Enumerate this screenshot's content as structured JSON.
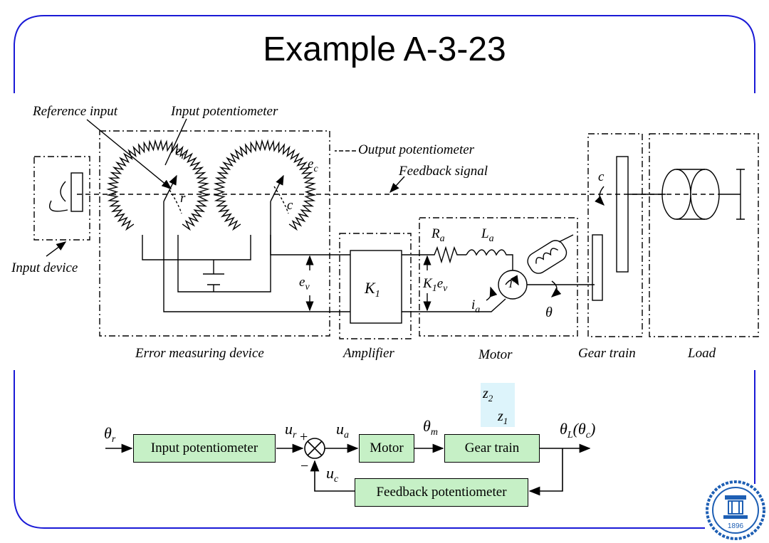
{
  "slide": {
    "title": "Example A-3-23",
    "frame_color": "#1a1ad6"
  },
  "schematic": {
    "labels": {
      "reference_input": "Reference input",
      "input_potentiometer": "Input potentiometer",
      "output_potentiometer": "Output potentiometer",
      "feedback_signal": "Feedback signal",
      "input_device": "Input device",
      "error_measuring_device": "Error measuring device",
      "amplifier": "Amplifier",
      "motor": "Motor",
      "gear_train": "Gear train",
      "load": "Load"
    },
    "symbols": {
      "er": "e",
      "er_sub": "r",
      "ec": "e",
      "ec_sub": "c",
      "r": "r",
      "c_pot": "c",
      "c_gear": "c",
      "ev": "e",
      "ev_sub": "v",
      "K1": "K",
      "K1_sub": "1",
      "K1ev": "K",
      "K1ev_sub": "1",
      "K1ev_e": "e",
      "K1ev_esub": "v",
      "Ra": "R",
      "Ra_sub": "a",
      "La": "L",
      "La_sub": "a",
      "ia": "i",
      "ia_sub": "a",
      "T": "T",
      "theta": "θ"
    }
  },
  "block_diagram": {
    "blocks": {
      "input_potentiometer": "Input potentiometer",
      "motor": "Motor",
      "gear_train": "Gear train",
      "feedback_potentiometer": "Feedback potentiometer"
    },
    "block_color": "#c6f0c6",
    "ratio_highlight": "#ddf4fb",
    "signals": {
      "theta_r": "θ",
      "theta_r_sub": "r",
      "u_r": "u",
      "u_r_sub": "r",
      "u_a": "u",
      "u_a_sub": "a",
      "theta_m": "θ",
      "theta_m_sub": "m",
      "theta_L": "θ",
      "theta_L_sub": "L",
      "theta_L_paren": "(θ",
      "theta_c_sub": "c",
      "close_paren": ")",
      "u_c": "u",
      "u_c_sub": "c"
    },
    "signs": {
      "plus": "+",
      "minus": "−"
    },
    "gear_ratio": {
      "numerator": "z",
      "numerator_sub": "2",
      "denominator": "z",
      "denominator_sub": "1"
    }
  },
  "logo": {
    "year": "1896",
    "color": "#1e5fb4"
  }
}
